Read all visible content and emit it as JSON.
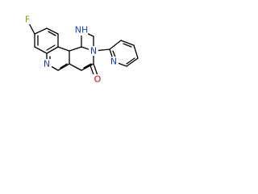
{
  "structure": {
    "atoms": {
      "F": {
        "symbol": "F",
        "color": "#8aa000"
      },
      "N_quinoline": {
        "symbol": "N",
        "color": "#1f3bd6"
      },
      "NH": {
        "symbol": "NH",
        "color": "#1f3bd6"
      },
      "N_pyrazole": {
        "symbol": "N",
        "color": "#1f3bd6"
      },
      "N_pyridine": {
        "symbol": "N",
        "color": "#1f3bd6"
      },
      "O": {
        "symbol": "O",
        "color": "#e00000"
      }
    }
  }
}
